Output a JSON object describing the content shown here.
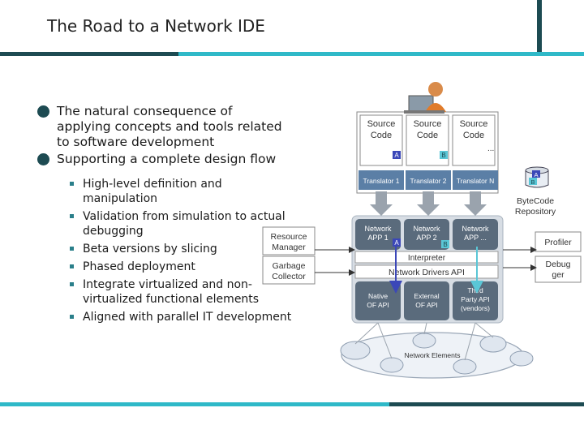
{
  "slide": {
    "title": "The Road to a Network IDE",
    "bullets": [
      "The natural consequence of applying concepts and tools related to software development",
      "Supporting a complete design flow"
    ],
    "sub_bullets": [
      "High-level definition and manipulation",
      "Validation from simulation to actual debugging",
      "Beta versions by slicing",
      "Phased deployment",
      "Integrate virtualized and non-virtualized functional elements",
      "Aligned with parallel IT development"
    ]
  },
  "diagram": {
    "source_code": [
      "Source",
      "Code"
    ],
    "translators": [
      "Translator 1",
      "Translator 2",
      "Translator N"
    ],
    "network_apps": [
      [
        "Network",
        "APP 1"
      ],
      [
        "Network",
        "APP 2"
      ],
      [
        "Network",
        "APP ..."
      ]
    ],
    "ellipsis": "...",
    "interpreter": "Interpreter",
    "drivers_api": "Network Drivers API",
    "apis": [
      [
        "Native",
        "OF API"
      ],
      [
        "External",
        "OF API"
      ],
      [
        "Third",
        "Party API",
        "(vendors)"
      ]
    ],
    "network_elements": "Network Elements",
    "bytecode_repo": [
      "ByteCode",
      "Repository"
    ],
    "resource_manager": [
      "Resource",
      "Manager"
    ],
    "garbage_collector": [
      "Garbage",
      "Collector"
    ],
    "profiler": "Profiler",
    "debugger": [
      "Debug",
      "ger"
    ],
    "marker_a": "A",
    "marker_b": "B",
    "colors": {
      "dark_teal": "#1d4b52",
      "accent_teal": "#2fb9c8",
      "box_blue": "#5b7fa6",
      "box_gray": "#5a6b7c"
    }
  }
}
